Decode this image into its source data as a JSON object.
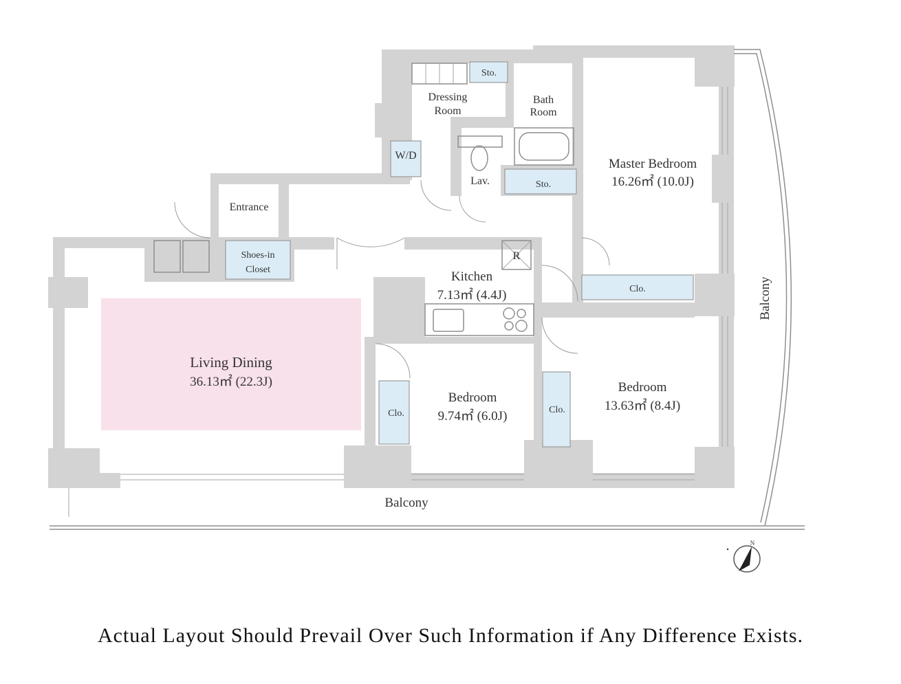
{
  "rooms": {
    "dressing_room": [
      "Dressing",
      "Room"
    ],
    "bath_room": [
      "Bath",
      "Room"
    ],
    "sto_top": "Sto.",
    "wd": "W/D",
    "lav": "Lav.",
    "sto_lav": "Sto.",
    "master_bedroom": {
      "name": "Master Bedroom",
      "area": "16.26㎡ (10.0J)"
    },
    "entrance": "Entrance",
    "shoes_closet": [
      "Shoes-in",
      "Closet"
    ],
    "kitchen": {
      "name": "Kitchen",
      "area": "7.13㎡ (4.4J)"
    },
    "refrigerator": "R",
    "clo_master": "Clo.",
    "living_dining": {
      "name": "Living Dining",
      "area": "36.13㎡ (22.3J)"
    },
    "bedroom_small": {
      "name": "Bedroom",
      "area": "9.74㎡ (6.0J)"
    },
    "clo_small": "Clo.",
    "bedroom_large": {
      "name": "Bedroom",
      "area": "13.63㎡ (8.4J)"
    },
    "clo_large": "Clo."
  },
  "balcony_south": "Balcony",
  "balcony_east": "Balcony",
  "north_label": "N",
  "colors": {
    "wall": "#d3d3d3",
    "living_highlight": "#f8e1eb",
    "storage": "#dcecf6"
  },
  "disclaimer": "Actual Layout Should Prevail Over Such Information if Any Difference Exists."
}
